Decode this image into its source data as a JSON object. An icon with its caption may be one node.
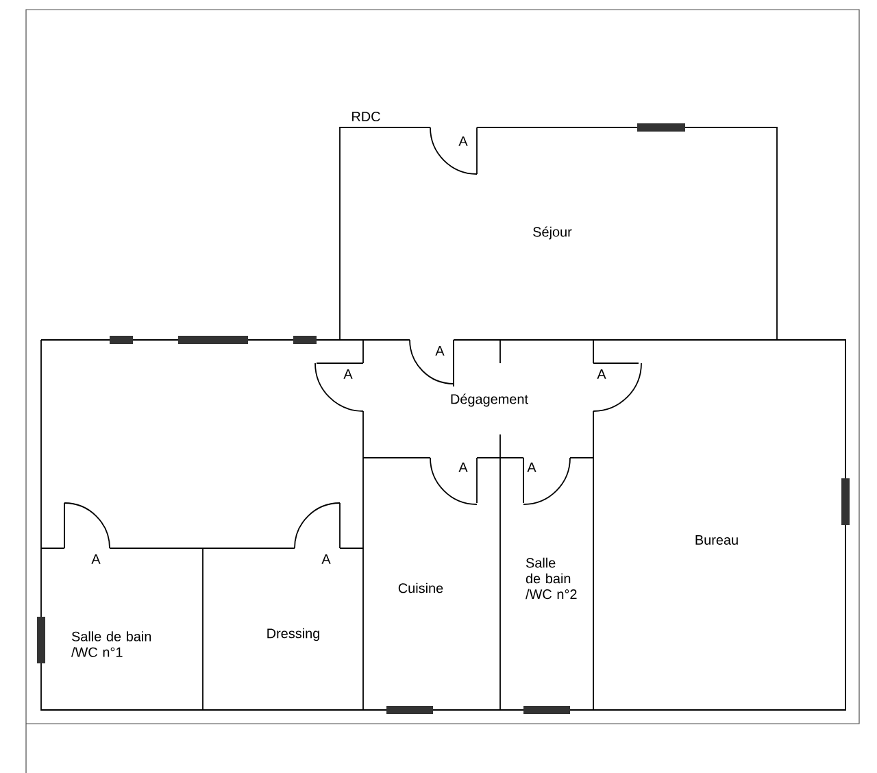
{
  "diagram": {
    "nodes": [
      {
        "text": [
          "Séjour"
        ]
      },
      {
        "text": [
          "Dégagement"
        ]
      },
      {
        "text": [
          "Cuisine"
        ]
      },
      {
        "text": [
          "Salle de bain /WC n°2"
        ]
      },
      {
        "text": [
          "Bureau"
        ]
      },
      {
        "text": [
          "Salle de bain /WC n°1"
        ]
      },
      {
        "text": [
          "Dressing"
        ]
      }
    ],
    "labels": [
      "RDC",
      "A",
      "A",
      "A",
      "A",
      "A",
      "A",
      "A",
      "A"
    ]
  }
}
